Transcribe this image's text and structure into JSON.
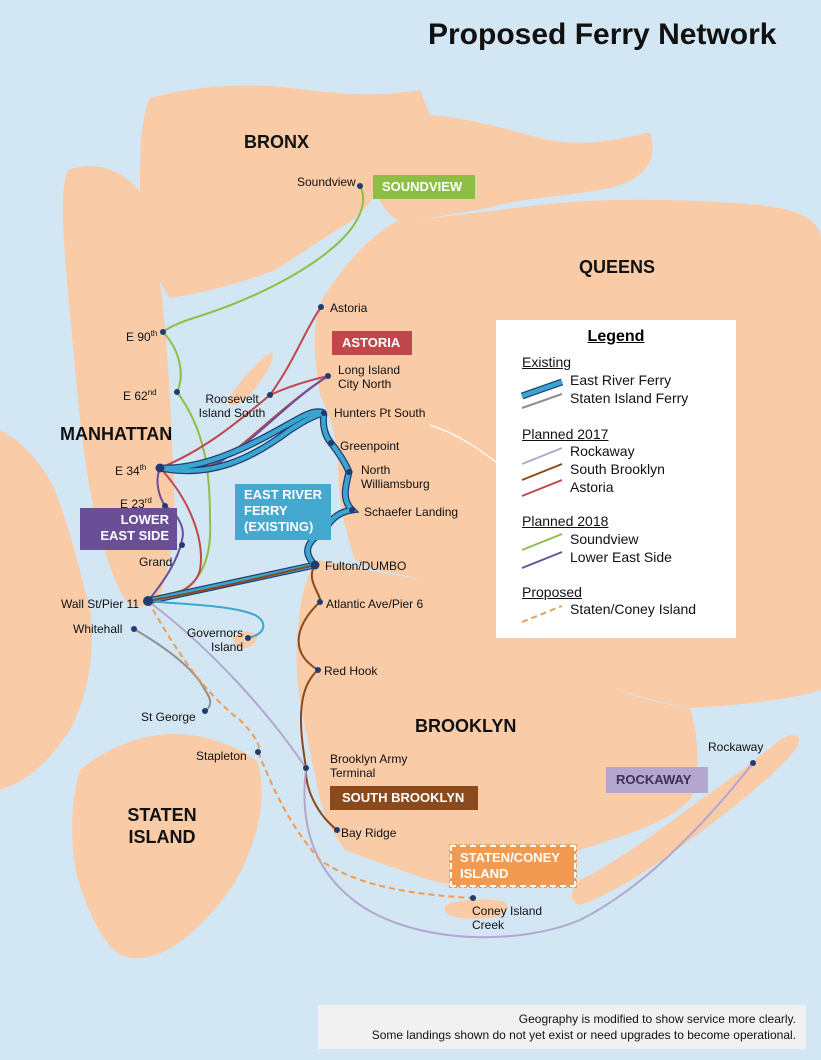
{
  "title": "Proposed Ferry Network",
  "regions": {
    "bronx": "BRONX",
    "queens": "QUEENS",
    "manhattan": "MANHATTAN",
    "brooklyn": "BROOKLYN",
    "staten_island_line1": "STATEN",
    "staten_island_line2": "ISLAND"
  },
  "route_labels": {
    "soundview": "SOUNDVIEW",
    "astoria": "ASTORIA",
    "east_river_ferry": "EAST RIVER FERRY (EXISTING)",
    "lower_east_side": "LOWER EAST SIDE",
    "south_brooklyn": "SOUTH BROOKLYN",
    "rockaway": "ROCKAWAY",
    "staten_coney": "STATEN/CONEY ISLAND"
  },
  "stops": {
    "soundview": "Soundview",
    "astoria": "Astoria",
    "e90": "E 90th",
    "e62": "E 62nd",
    "roosevelt_island_south": "Roosevelt Island South",
    "long_island_city_north": "Long Island City North",
    "hunters_pt_south": "Hunters Pt South",
    "greenpoint": "Greenpoint",
    "north_williamsburg": "North Williamsburg",
    "schaefer_landing": "Schaefer Landing",
    "e34": "E 34th",
    "e23": "E 23rd",
    "grand": "Grand",
    "fulton_dumbo": "Fulton/DUMBO",
    "wall_st_pier11": "Wall St/Pier 11",
    "atlantic_pier6": "Atlantic Ave/Pier 6",
    "whitehall": "Whitehall",
    "governors_island": "Governors Island",
    "red_hook": "Red Hook",
    "st_george": "St George",
    "stapleton": "Stapleton",
    "brooklyn_army_terminal": "Brooklyn Army Terminal",
    "bay_ridge": "Bay Ridge",
    "rockaway": "Rockaway",
    "coney_island_creek": "Coney Island Creek"
  },
  "legend": {
    "title": "Legend",
    "groups": [
      {
        "heading": "Existing",
        "items": [
          {
            "label": "East River Ferry",
            "color": "#3aa6cf"
          },
          {
            "label": "Staten Island Ferry",
            "color": "#8f8f8f"
          }
        ]
      },
      {
        "heading": "Planned 2017",
        "items": [
          {
            "label": "Rockaway",
            "color": "#b3a7cf"
          },
          {
            "label": "South Brooklyn",
            "color": "#8a4a1c"
          },
          {
            "label": "Astoria",
            "color": "#c0484c"
          }
        ]
      },
      {
        "heading": "Planned 2018",
        "items": [
          {
            "label": "Soundview",
            "color": "#8cbf44"
          },
          {
            "label": "Lower East Side",
            "color": "#6a4f96"
          }
        ]
      },
      {
        "heading": "Proposed",
        "items": [
          {
            "label": "Staten/Coney Island",
            "color": "#f19a51"
          }
        ]
      }
    ]
  },
  "note_line1": "Geography is modified to show service more clearly.",
  "note_line2": "Some landings shown do not yet exist or need upgrades to become operational.",
  "colors": {
    "water": "#d3e6f4",
    "land": "#f9cba7",
    "east_river": "#3aa6cf",
    "staten_ferry": "#8f8f8f",
    "rockaway": "#b3a7cf",
    "south_brooklyn": "#8a4a1c",
    "astoria": "#c0484c",
    "soundview": "#8cbf44",
    "lower_east_side": "#6a4f96",
    "staten_coney": "#f19a51",
    "stop_dot": "#1f3d73"
  }
}
